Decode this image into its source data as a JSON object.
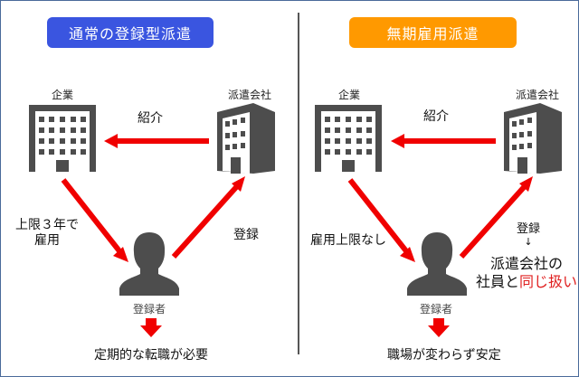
{
  "colors": {
    "blue_pill": "#3a55e0",
    "orange_pill": "#ff9900",
    "arrow_red": "#f00000",
    "icon_gray": "#4d4d4d",
    "highlight_red": "#e02020"
  },
  "left": {
    "title": "通常の登録型派遣",
    "company_label": "企業",
    "agency_label": "派遣会社",
    "introduce_label": "紹介",
    "employ_label_line1": "上限３年で",
    "employ_label_line2": "雇用",
    "register_label": "登録",
    "person_label": "登録者",
    "result": "定期的な転職が必要"
  },
  "right": {
    "title": "無期雇用派遣",
    "company_label": "企業",
    "agency_label": "派遣会社",
    "introduce_label": "紹介",
    "employ_label": "雇用上限なし",
    "register_label": "登録",
    "register_arrow": "↓",
    "status_line1": "派遣会社の",
    "status_line2_prefix": "社員と",
    "status_line2_highlight": "同じ扱い",
    "person_label": "登録者",
    "result": "職場が変わらず安定"
  },
  "icons": {
    "company": "office-building-icon",
    "agency": "building-3d-icon",
    "person": "person-silhouette-icon",
    "arrow": "red-arrow-icon",
    "down_arrow": "down-arrow-icon"
  }
}
